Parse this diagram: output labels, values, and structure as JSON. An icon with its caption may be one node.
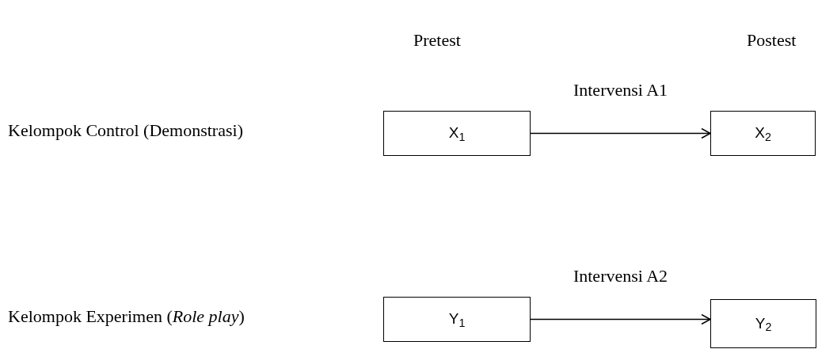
{
  "diagram": {
    "nodes": [
      {
        "text": [
          "X$_{1}$"
        ]
      },
      {
        "text": [
          "X$_{2}$"
        ]
      },
      {
        "text": [
          "Y$_{1}$"
        ]
      },
      {
        "text": [
          "Y$_{2}$"
        ]
      }
    ],
    "edges": [
      {
        "from": 0,
        "to": 1,
        "arrow": "to",
        "label": "Intervensi A1"
      },
      {
        "from": 2,
        "to": 3,
        "arrow": "to",
        "label": "Intervensi A2"
      }
    ],
    "labels": [
      "Pretest",
      "Postest",
      "Kelompok Control (Demonstrasi)",
      "Kelompok Experimen (*Role play*)"
    ]
  }
}
